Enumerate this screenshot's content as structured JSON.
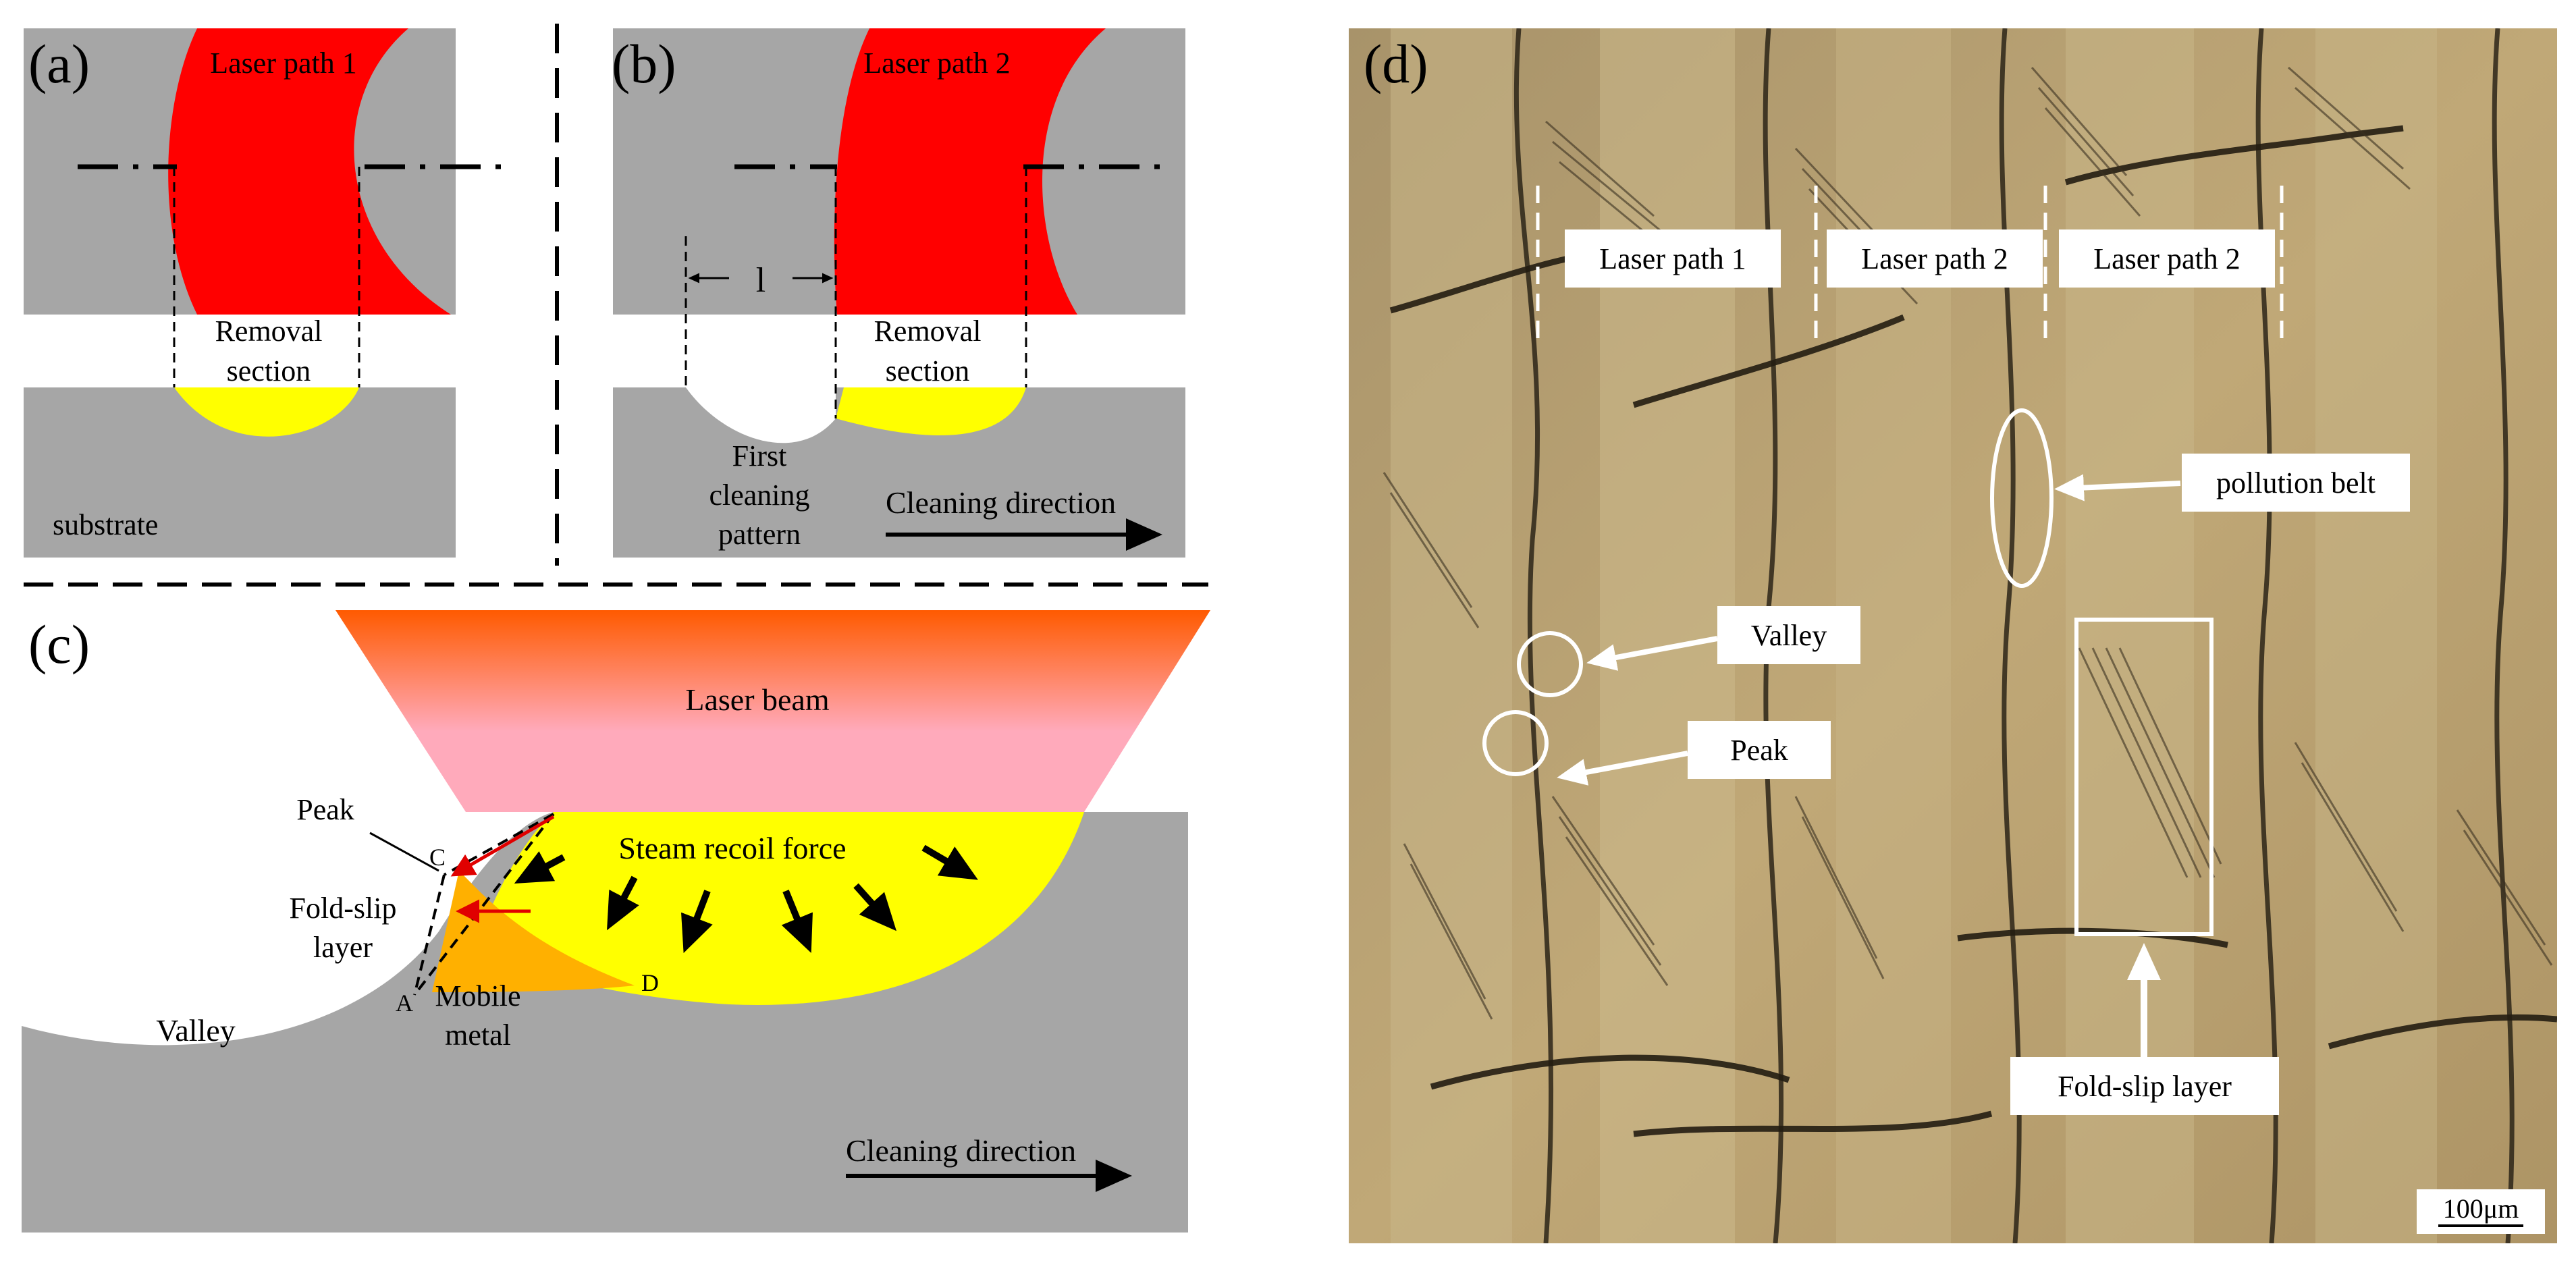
{
  "colors": {
    "substrate": "#a6a6a6",
    "laser_red": "#ff0000",
    "removal_yellow": "#ffff00",
    "mobile_orange": "#ffb000",
    "beam_top": "#ff5a00",
    "beam_bottom": "#ffaabb",
    "arrow_red": "#e00000",
    "micro_base": "#b59a68"
  },
  "panel_a": {
    "label": "(a)",
    "laser": "Laser path 1",
    "removal_line1": "Removal",
    "removal_line2": "section",
    "substrate": "substrate"
  },
  "panel_b": {
    "label": "(b)",
    "laser": "Laser path 2",
    "width_symbol": "l",
    "removal_line1": "Removal",
    "removal_line2": "section",
    "first_line1": "First",
    "first_line2": "cleaning",
    "first_line3": "pattern",
    "direction": "Cleaning direction"
  },
  "panel_c": {
    "label": "(c)",
    "beam": "Laser beam",
    "steam": "Steam recoil force",
    "peak": "Peak",
    "fold_line1": "Fold-slip",
    "fold_line2": "layer",
    "mobile_line1": "Mobile",
    "mobile_line2": "metal",
    "valley": "Valley",
    "point_a": "A",
    "point_c": "C",
    "point_d": "D",
    "direction": "Cleaning direction"
  },
  "panel_d": {
    "label": "(d)",
    "path1": "Laser path 1",
    "path2a": "Laser path 2",
    "path2b": "Laser path 2",
    "pollution": "pollution belt",
    "valley": "Valley",
    "peak": "Peak",
    "fold": "Fold-slip layer",
    "scale": "100μm"
  }
}
